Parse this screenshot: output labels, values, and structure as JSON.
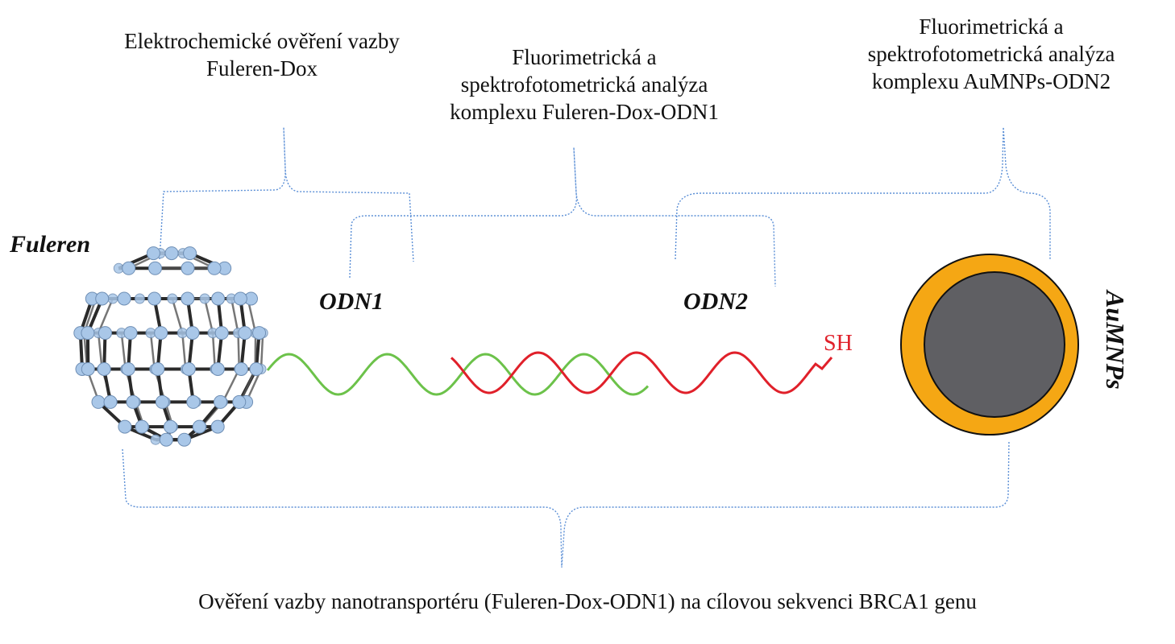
{
  "annotations": {
    "electrochem": {
      "line1": "Elektrochemické  ověření vazby",
      "line2": "Fuleren-Dox"
    },
    "fluor_fuleren": {
      "line1": "Fluorimetrická  a",
      "line2": "spektrofotometrická analýza",
      "line3": "komplexu Fuleren-Dox-ODN1"
    },
    "fluor_aumnps": {
      "line1": "Fluorimetrická  a",
      "line2": "spektrofotometrická analýza",
      "line3": "komplexu AuMNPs-ODN2"
    },
    "bottom": "Ověření vazby nanotransportéru (Fuleren-Dox-ODN1)  na cílovou sekvenci BRCA1 genu"
  },
  "labels": {
    "fullerene": "Fuleren",
    "odn1": "ODN1",
    "odn2": "ODN2",
    "sh": "SH",
    "aumnps": "AuMNPs"
  },
  "colors": {
    "bracket": "#5b8fd6",
    "odn1_strand": "#6cc24a",
    "odn2_strand": "#e0202a",
    "gold_shell": "#f5a714",
    "particle_core": "#5f5f63",
    "fullerene_atom": "#a9c7e8",
    "fullerene_bond": "#2a2a2a"
  }
}
